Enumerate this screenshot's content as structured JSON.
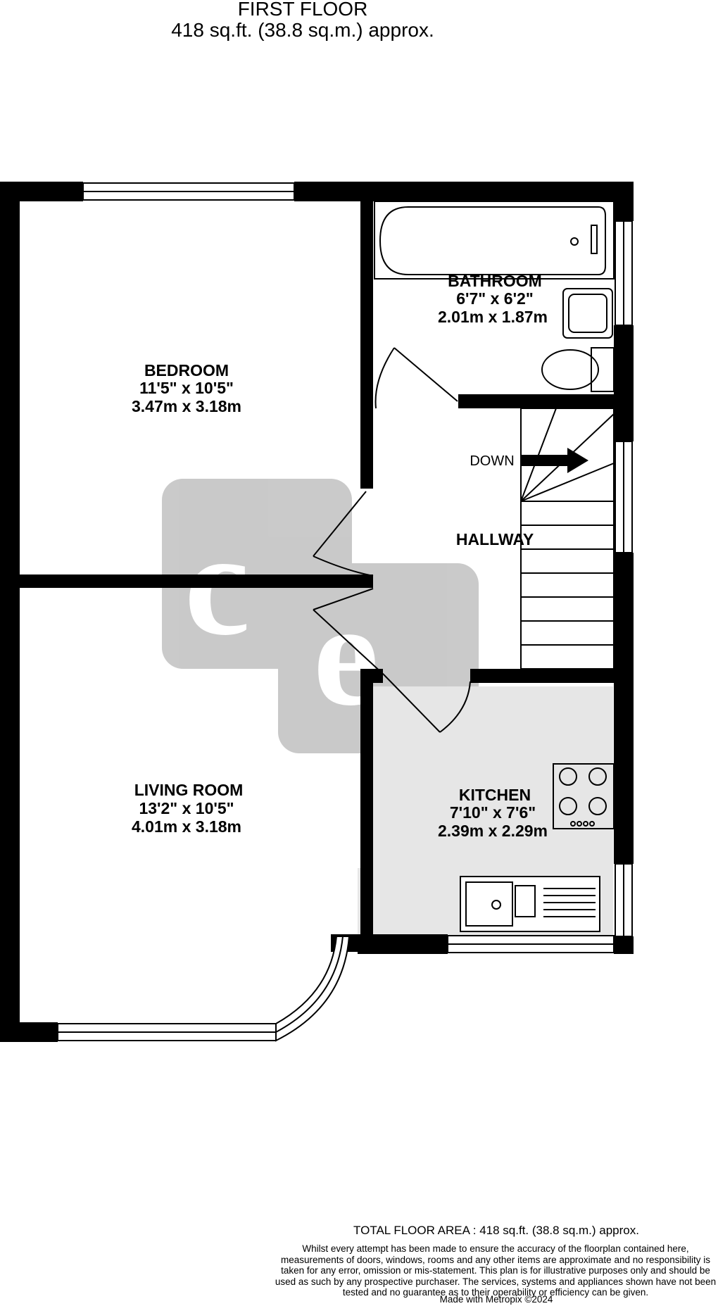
{
  "header": {
    "floor": "FIRST FLOOR",
    "area": "418 sq.ft. (38.8 sq.m.) approx."
  },
  "rooms": {
    "bathroom": {
      "name": "BATHROOM",
      "imperial": "6'7\"  x 6'2\"",
      "metric": "2.01m  x 1.87m"
    },
    "bedroom": {
      "name": "BEDROOM",
      "imperial": "11'5\"  x 10'5\"",
      "metric": "3.47m  x 3.18m"
    },
    "hallway": {
      "name": "HALLWAY"
    },
    "living_room": {
      "name": "LIVING ROOM",
      "imperial": "13'2\"  x 10'5\"",
      "metric": "4.01m  x 3.18m"
    },
    "kitchen": {
      "name": "KITCHEN",
      "imperial": "7'10\"  x 7'6\"",
      "metric": "2.39m  x 2.29m"
    }
  },
  "stairs": {
    "direction_label": "DOWN"
  },
  "watermark": {
    "letters": "ce",
    "color": "#c9c9c9"
  },
  "colors": {
    "wall": "#000000",
    "kitchen_floor": "#e6e6e6"
  },
  "footer": {
    "total_area": "TOTAL FLOOR AREA : 418 sq.ft. (38.8 sq.m.) approx.",
    "disclaimer": "Whilst every attempt has been made to ensure the accuracy of the floorplan contained here, measurements of doors, windows, rooms and any other items are approximate and no responsibility is taken for any error, omission or mis-statement. This plan is for illustrative purposes only and should be used as such by any prospective purchaser. The services, systems and appliances shown have not been tested and no guarantee as to their operability or efficiency can be given.",
    "made_with": "Made with Metropix ©2024"
  }
}
